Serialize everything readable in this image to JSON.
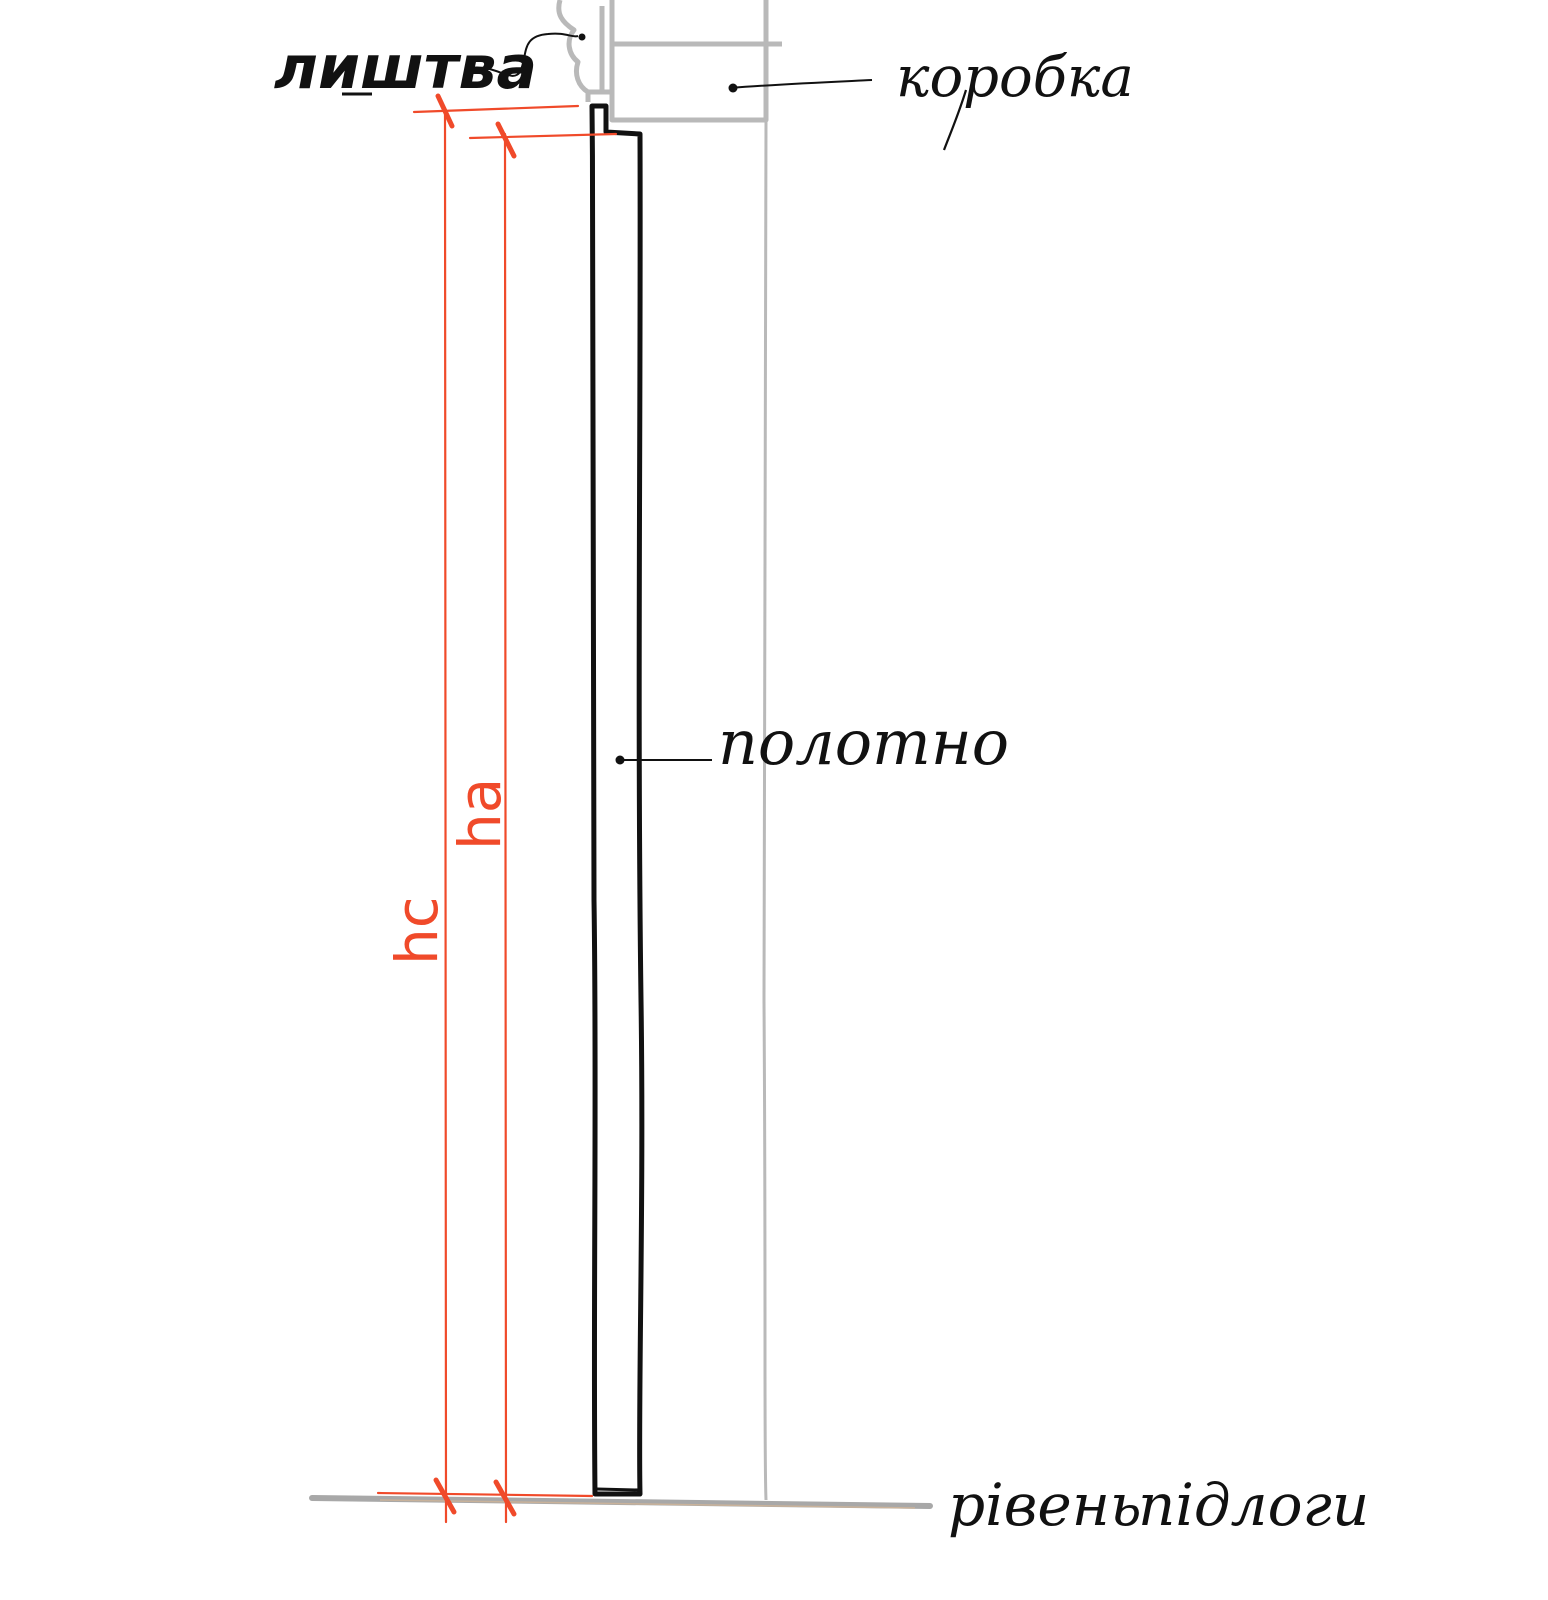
{
  "labels": {
    "casing": "лиштва",
    "frame": "коробка",
    "door_leaf": "полотно",
    "floor_level_1": "рівень",
    "floor_level_2": "підлоги"
  },
  "dimensions": {
    "hc": "hc",
    "ha": "ha"
  },
  "colors": {
    "outline": "#111111",
    "frame_gray": "#b9b9b9",
    "dimension_red": "#f04a2a",
    "floor_gray": "#a8a8a8",
    "background": "#ffffff"
  }
}
